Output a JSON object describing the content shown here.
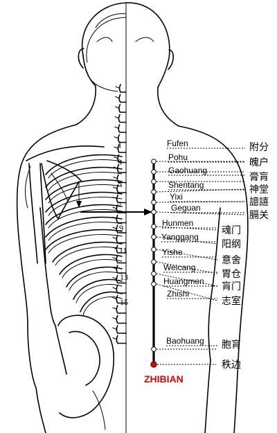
{
  "vertebra_labels": [
    "1",
    "3",
    "5",
    "7",
    "9",
    "11",
    "13",
    "15"
  ],
  "points": [
    {
      "pinyin": "Fufen",
      "hanzi": "附分"
    },
    {
      "pinyin": "Pohu",
      "hanzi": "魄户"
    },
    {
      "pinyin": "Gaohuang",
      "hanzi": "膏肓"
    },
    {
      "pinyin": "Shentang",
      "hanzi": "神堂"
    },
    {
      "pinyin": "Yixi",
      "hanzi": "譩譆"
    },
    {
      "pinyin": "Geguan",
      "hanzi": "膈关"
    },
    {
      "pinyin": "Hunmen",
      "hanzi": "魂门"
    },
    {
      "pinyin": "Yanggang",
      "hanzi": "阳纲"
    },
    {
      "pinyin": "Yishe",
      "hanzi": "意舍"
    },
    {
      "pinyin": "Weicang",
      "hanzi": "胃仓"
    },
    {
      "pinyin": "Huangmen",
      "hanzi": "肓门"
    },
    {
      "pinyin": "Zhishi",
      "hanzi": "志室"
    },
    {
      "pinyin": "Baohuang",
      "hanzi": "胞肓"
    }
  ],
  "highlight": {
    "hanzi": "秩边",
    "pinyin": "ZHIBIAN",
    "color": "#e00000"
  }
}
